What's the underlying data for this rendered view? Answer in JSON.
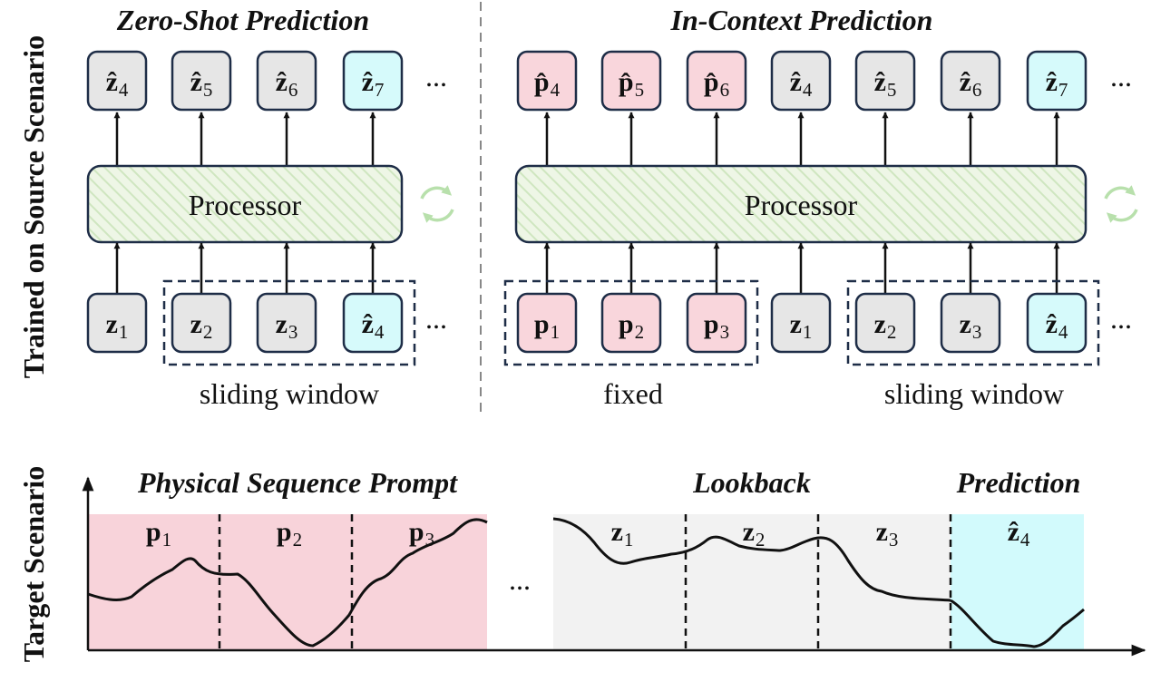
{
  "side_labels": {
    "top": "Trained on Source Scenario",
    "bottom": "Target Scenario"
  },
  "zero_shot": {
    "title": "Zero-Shot Prediction",
    "processor": "Processor",
    "outputs": [
      {
        "sym": "ẑ",
        "sub": "4",
        "kind": "gray"
      },
      {
        "sym": "ẑ",
        "sub": "5",
        "kind": "gray"
      },
      {
        "sym": "ẑ",
        "sub": "6",
        "kind": "gray"
      },
      {
        "sym": "ẑ",
        "sub": "7",
        "kind": "cyan"
      }
    ],
    "inputs": [
      {
        "sym": "z",
        "sub": "1",
        "kind": "gray"
      },
      {
        "sym": "z",
        "sub": "2",
        "kind": "gray"
      },
      {
        "sym": "z",
        "sub": "3",
        "kind": "gray"
      },
      {
        "sym": "ẑ",
        "sub": "4",
        "kind": "cyan"
      }
    ],
    "window_label": "sliding window",
    "ellipsis": "..."
  },
  "in_context": {
    "title": "In-Context Prediction",
    "processor": "Processor",
    "outputs": [
      {
        "sym": "p̂",
        "sub": "4",
        "kind": "pink"
      },
      {
        "sym": "p̂",
        "sub": "5",
        "kind": "pink"
      },
      {
        "sym": "p̂",
        "sub": "6",
        "kind": "pink"
      },
      {
        "sym": "ẑ",
        "sub": "4",
        "kind": "gray"
      },
      {
        "sym": "ẑ",
        "sub": "5",
        "kind": "gray"
      },
      {
        "sym": "ẑ",
        "sub": "6",
        "kind": "gray"
      },
      {
        "sym": "ẑ",
        "sub": "7",
        "kind": "cyan"
      }
    ],
    "inputs": [
      {
        "sym": "p",
        "sub": "1",
        "kind": "pink"
      },
      {
        "sym": "p",
        "sub": "2",
        "kind": "pink"
      },
      {
        "sym": "p",
        "sub": "3",
        "kind": "pink"
      },
      {
        "sym": "z",
        "sub": "1",
        "kind": "gray"
      },
      {
        "sym": "z",
        "sub": "2",
        "kind": "gray"
      },
      {
        "sym": "z",
        "sub": "3",
        "kind": "gray"
      },
      {
        "sym": "ẑ",
        "sub": "4",
        "kind": "cyan"
      }
    ],
    "fixed_label": "fixed",
    "window_label": "sliding window",
    "ellipsis": "..."
  },
  "target": {
    "prompt_title": "Physical Sequence Prompt",
    "lookback_title": "Lookback",
    "prediction_title": "Prediction",
    "prompt_segments": [
      {
        "sym": "p",
        "sub": "1"
      },
      {
        "sym": "p",
        "sub": "2"
      },
      {
        "sym": "p",
        "sub": "3"
      }
    ],
    "lookback_segments": [
      {
        "sym": "z",
        "sub": "1"
      },
      {
        "sym": "z",
        "sub": "2"
      },
      {
        "sym": "z",
        "sub": "3"
      }
    ],
    "prediction_segment": {
      "sym": "ẑ",
      "sub": "4"
    },
    "ellipsis": "..."
  },
  "colors": {
    "gray": "#e6e6e6",
    "pink": "#f9d6dc",
    "cyan": "#d6fafb",
    "processor_fill": "#eef6e6",
    "processor_hatch": "#cfe6c0",
    "border": "#1e2d47",
    "refresh": "#b8e0ac",
    "prompt_bg": "#f8d3da",
    "lookback_bg": "#f2f2f2",
    "prediction_bg": "#d2fafc"
  }
}
